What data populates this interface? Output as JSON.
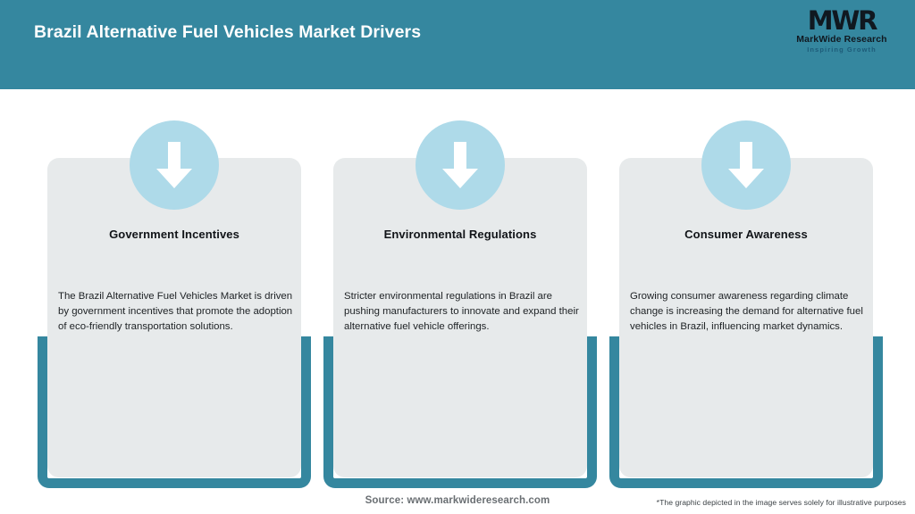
{
  "header": {
    "title": "Brazil Alternative Fuel Vehicles Market Drivers",
    "background_color": "#35879f",
    "title_color": "#ffffff",
    "logo": {
      "mark": "MWR",
      "name": "MarkWide Research",
      "tagline": "Inspiring Growth"
    }
  },
  "cards": [
    {
      "icon": "arrow-down-icon",
      "title": "Government Incentives",
      "body": "The Brazil Alternative Fuel Vehicles Market is driven by government incentives that promote the adoption of eco-friendly transportation solutions."
    },
    {
      "icon": "arrow-down-icon",
      "title": "Environmental Regulations",
      "body": "Stricter environmental regulations in Brazil are pushing manufacturers to innovate and expand their alternative fuel vehicle offerings."
    },
    {
      "icon": "arrow-down-icon",
      "title": "Consumer Awareness",
      "body": "Growing consumer awareness regarding climate change is increasing the demand for alternative fuel vehicles in Brazil, influencing market dynamics."
    }
  ],
  "footer": {
    "source": "Source: www.markwideresearch.com",
    "disclaimer": "*The graphic depicted in the image serves solely for illustrative purposes"
  },
  "theme": {
    "teal": "#35879f",
    "card_background": "#e7eaeb",
    "icon_circle": "#aedae9",
    "arrow": "#ffffff",
    "page_background": "#ffffff"
  }
}
